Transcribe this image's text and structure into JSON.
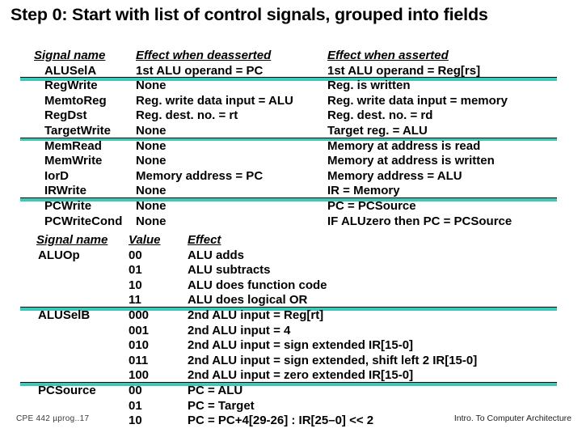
{
  "title": "Step 0: Start with list of control signals, grouped into fields",
  "colors": {
    "divider_teal": "#3cc9ba",
    "divider_edge": "#0a0a0a",
    "text": "#000000",
    "background": "#ffffff"
  },
  "table1": {
    "headers": [
      "Signal name",
      "Effect when deasserted",
      "Effect when asserted"
    ],
    "rows": [
      {
        "signal": "ALUSelA",
        "deasserted": "1st ALU operand = PC",
        "asserted": "1st ALU operand = Reg[rs]",
        "divider_after": true
      },
      {
        "signal": "RegWrite",
        "deasserted": "None",
        "asserted": "Reg. is written"
      },
      {
        "signal": "MemtoReg",
        "deasserted": "Reg. write data input = ALU",
        "asserted": "Reg. write data input = memory"
      },
      {
        "signal": "RegDst",
        "deasserted": "Reg. dest. no. =  rt",
        "asserted": "Reg. dest. no. =  rd"
      },
      {
        "signal": "TargetWrite",
        "deasserted": "None",
        "asserted": "Target reg. = ALU",
        "divider_after": true
      },
      {
        "signal": "MemRead",
        "deasserted": "None",
        "asserted": "Memory at address is read"
      },
      {
        "signal": "MemWrite",
        "deasserted": "None",
        "asserted": "Memory at address is written"
      },
      {
        "signal": "IorD",
        "deasserted": "Memory address = PC",
        "asserted": "Memory address = ALU"
      },
      {
        "signal": "IRWrite",
        "deasserted": "None",
        "asserted": "IR = Memory",
        "divider_after": true
      },
      {
        "signal": "PCWrite",
        "deasserted": "None",
        "asserted": "PC = PCSource"
      },
      {
        "signal": "PCWriteCond",
        "deasserted": "None",
        "asserted": "IF ALUzero then PC = PCSource"
      }
    ]
  },
  "table2": {
    "headers": [
      "Signal name",
      "Value",
      "Effect"
    ],
    "rows": [
      {
        "signal": "ALUOp",
        "value": "00",
        "effect": "ALU adds"
      },
      {
        "signal": "",
        "value": "01",
        "effect": "ALU subtracts"
      },
      {
        "signal": "",
        "value": "10",
        "effect": "ALU does function code"
      },
      {
        "signal": "",
        "value": "11",
        "effect": "ALU does logical OR",
        "divider_after": true
      },
      {
        "signal": "ALUSelB",
        "value": "000",
        "effect": "2nd ALU input = Reg[rt]"
      },
      {
        "signal": "",
        "value": "001",
        "effect": "2nd ALU input = 4"
      },
      {
        "signal": "",
        "value": "010",
        "effect": "2nd ALU input = sign extended IR[15-0]"
      },
      {
        "signal": "",
        "value": "011",
        "effect": "2nd ALU input = sign extended, shift left 2 IR[15-0]"
      },
      {
        "signal": "",
        "value": "100",
        "effect": "2nd ALU input = zero extended IR[15-0]",
        "divider_after": true
      },
      {
        "signal": "PCSource",
        "value": "00",
        "effect": "PC = ALU"
      },
      {
        "signal": "",
        "value": "01",
        "effect": "PC = Target"
      },
      {
        "signal": "",
        "value": "10",
        "effect": "PC = PC+4[29-26] : IR[25–0]  << 2"
      }
    ]
  },
  "footer": {
    "left": "CPE 442  µprog..17",
    "right": "Intro. To Computer Architecture"
  }
}
